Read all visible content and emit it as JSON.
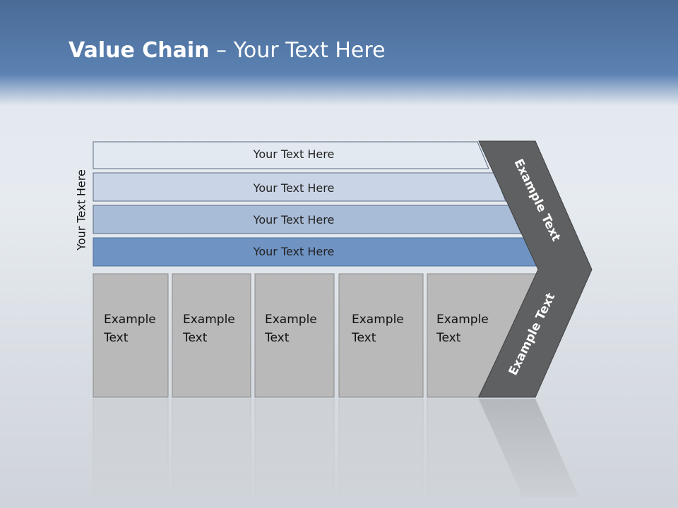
{
  "slide": {
    "title_bold": "Value Chain",
    "title_rest": " – Your Text Here",
    "side_label": "Your Text Here"
  },
  "rows": [
    {
      "label": "Your Text Here",
      "color": "#e3e9f1"
    },
    {
      "label": "Your Text Here",
      "color": "#c9d5e6"
    },
    {
      "label": "Your Text Here",
      "color": "#a9bcd7"
    },
    {
      "label": "Your Text Here",
      "color": "#6f93c2"
    }
  ],
  "columns": [
    {
      "line1": "Example",
      "line2": "Text"
    },
    {
      "line1": "Example",
      "line2": "Text"
    },
    {
      "line1": "Example",
      "line2": "Text"
    },
    {
      "line1": "Example",
      "line2": "Text"
    },
    {
      "line1": "Example",
      "line2": "Text"
    }
  ],
  "chevron": {
    "top_label": "Example Text",
    "bottom_label": "Example Text",
    "color": "#5f6062"
  },
  "colors": {
    "box_fill": "#b9b9b9",
    "header_blue": "#5b82b3"
  }
}
